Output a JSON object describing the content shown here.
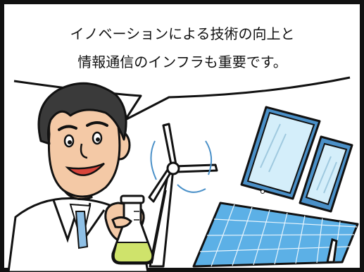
{
  "speech_bubble": {
    "line1": "イノベーションによる技術の向上と",
    "line2": "情報通信のインフラも重要です。"
  },
  "illustration": {
    "subjects": [
      "scientist-with-flask",
      "wind-turbine",
      "tablet",
      "smartphone",
      "solar-panel"
    ],
    "colors": {
      "outline": "#111111",
      "skin": "#f4c9a6",
      "hair": "#3a3a3a",
      "lab_coat": "#ffffff",
      "tie": "#8fc0e6",
      "flask_liquid": "#cfe36b",
      "device_screen": "#bfe3f5",
      "device_frame": "#4a90c8",
      "solar_cell": "#6ab6e8"
    }
  }
}
